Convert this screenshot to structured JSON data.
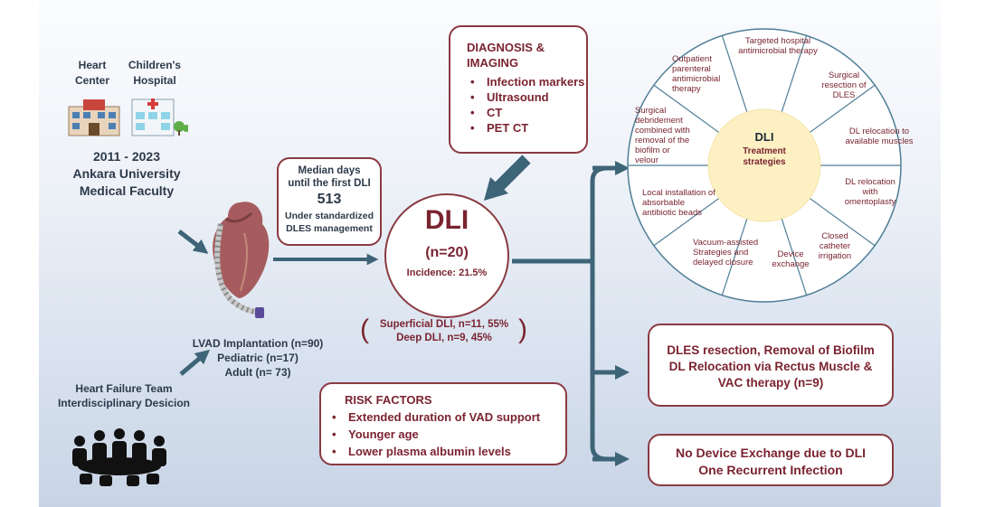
{
  "institution": {
    "heart_center": "Heart Center",
    "childrens_hospital": "Children's Hospital",
    "years": "2011 - 2023",
    "university": "Ankara University",
    "faculty": "Medical Faculty"
  },
  "heart_failure_team": {
    "line1": "Heart Failure Team",
    "line2": "Interdisciplinary Desicion"
  },
  "lvad": {
    "implantation": "LVAD Implantation (n=90)",
    "pediatric": "Pediatric (n=17)",
    "adult": "Adult (n= 73)"
  },
  "median_box": {
    "line1": "Median days",
    "line2": "until the first DLI",
    "value": "513",
    "line3": "Under standardized",
    "line4": "DLES management"
  },
  "diagnosis": {
    "title_line1": "DIAGNOSIS &",
    "title_line2": "IMAGING",
    "items": [
      "Infection markers",
      "Ultrasound",
      "CT",
      "PET CT"
    ]
  },
  "dli": {
    "title": "DLI",
    "n": "(n=20)",
    "incidence": "Incidence: 21.5%"
  },
  "dli_types": {
    "superficial": "Superficial DLI, n=11, 55%",
    "deep": "Deep DLI, n=9, 45%"
  },
  "risk_factors": {
    "title": "RISK FACTORS",
    "items": [
      "Extended duration of VAD support",
      "Younger age",
      "Lower plasma albumin levels"
    ]
  },
  "treatment": {
    "center_title": "DLI",
    "center_sub1": "Treatment",
    "center_sub2": "strategies",
    "wedges": [
      "Targeted hospital antimicrobial therapy",
      "Surgical resection of DLES",
      "DL relocation to available muscles",
      "DL relocation with omentoplasty",
      "Closed catheter irrigation",
      "Device exchange",
      "Vacuum-assisted Strategies and delayed closure",
      "Local installation of absorbable antibiotic beads",
      "Surgical debridement combined with removal of the biofilm or velour",
      "Outpatient parenteral antimicrobial therapy"
    ]
  },
  "outcome1": {
    "line1": "DLES resection, Removal of Biofilm",
    "line2": "DL Relocation via Rectus Muscle &",
    "line3": "VAC therapy  (n=9)"
  },
  "outcome2": {
    "line1": "No Device Exchange due to DLI",
    "line2": "One Recurrent Infection"
  },
  "colors": {
    "maroon": "#7a2430",
    "arrow": "#3e6477",
    "text_dark": "#2d3a4a",
    "center_fill": "#fdf1c4"
  }
}
